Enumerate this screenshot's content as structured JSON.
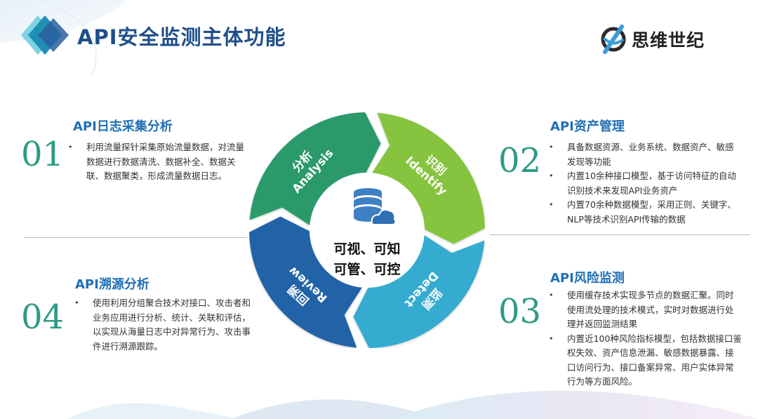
{
  "header": {
    "title": "API安全监测主体功能",
    "logo_text": "思维世纪"
  },
  "cycle": {
    "center_lines": [
      "可视、可知",
      "可管、可控"
    ],
    "segments": [
      {
        "cn": "分析",
        "en": "Analysis",
        "color": "#2a9a6b"
      },
      {
        "cn": "识别",
        "en": "Identify",
        "color": "#86c440"
      },
      {
        "cn": "监测",
        "en": "Detect",
        "color": "#35abd0"
      },
      {
        "cn": "回溯",
        "en": "Review",
        "color": "#2064a8"
      }
    ]
  },
  "sections": [
    {
      "num": "01",
      "title": "API日志采集分析",
      "items": [
        "利用流量探针采集原始流量数据，对流量数据进行数据清洗、数据补全、数据关联、数据聚类，形成流量数据日志。"
      ]
    },
    {
      "num": "02",
      "title": "API资产管理",
      "items": [
        "具备数据资源、业务系统、数据资产、敏感发现等功能",
        "内置10余种接口模型，基于访问特征的自动识别技术来发现API业务资产",
        "内置70余种数据模型，采用正则、关键字、NLP等技术识别API传输的数据"
      ]
    },
    {
      "num": "03",
      "title": "API风险监测",
      "items": [
        "使用缓存技术实现多节点的数据汇聚。同时使用流处理的技术模式，实时对数据进行处理并返回监测结果",
        "内置近100种风险指标模型，包括数据接口鉴权失效、资产信息泄漏、敏感数据暴露、接口访问行为、接口备案异常、用户实体异常行为等方面风险。"
      ]
    },
    {
      "num": "04",
      "title": "API溯源分析",
      "items": [
        "使用利用分组聚合技术对接口、攻击者和业务应用进行分析、统计、关联和评估，以实现从海量日志中对异常行为、攻击事件进行溯源跟踪。"
      ]
    }
  ]
}
